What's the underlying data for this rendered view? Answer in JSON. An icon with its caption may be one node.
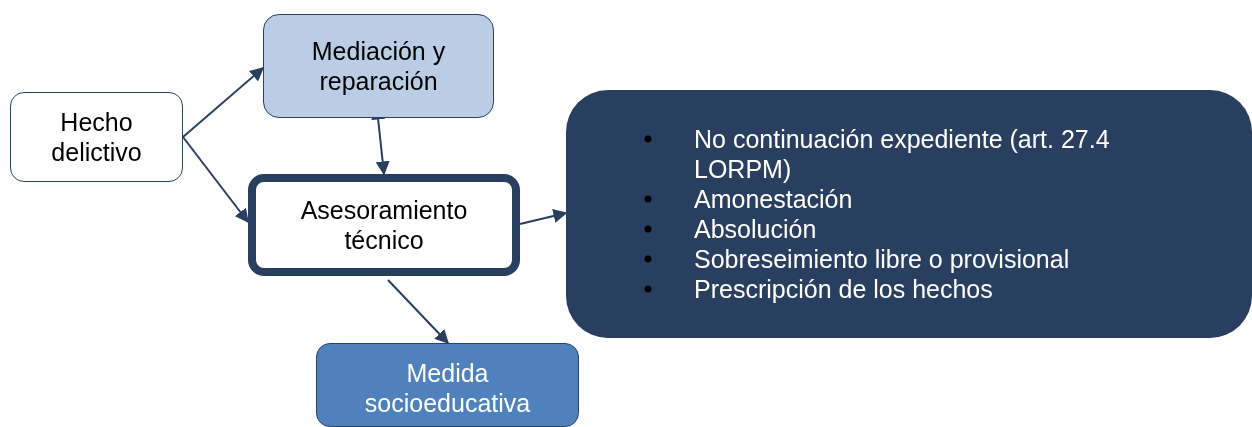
{
  "diagram": {
    "nodes": [
      {
        "text": [
          "Hecho delictivo"
        ]
      },
      {
        "text": [
          "Mediación y reparación"
        ]
      },
      {
        "text": [
          "Asesoramiento técnico"
        ]
      },
      {
        "text": [
          "Medida socioeducativa"
        ]
      },
      {
        "text": [
          "No continuación expediente (art. 27.4 LORPM)",
          "Amonestación",
          "Absolución",
          "Sobreseimiento libre o provisional",
          "Prescripción de los hechos"
        ]
      }
    ],
    "edges": [
      {
        "from": 0,
        "to": 1,
        "arrow": "to"
      },
      {
        "from": 0,
        "to": 2,
        "arrow": "to"
      },
      {
        "from": 1,
        "to": 2,
        "arrow": "both"
      },
      {
        "from": 2,
        "to": 4,
        "arrow": "to"
      },
      {
        "from": 2,
        "to": 3,
        "arrow": "to"
      }
    ]
  }
}
